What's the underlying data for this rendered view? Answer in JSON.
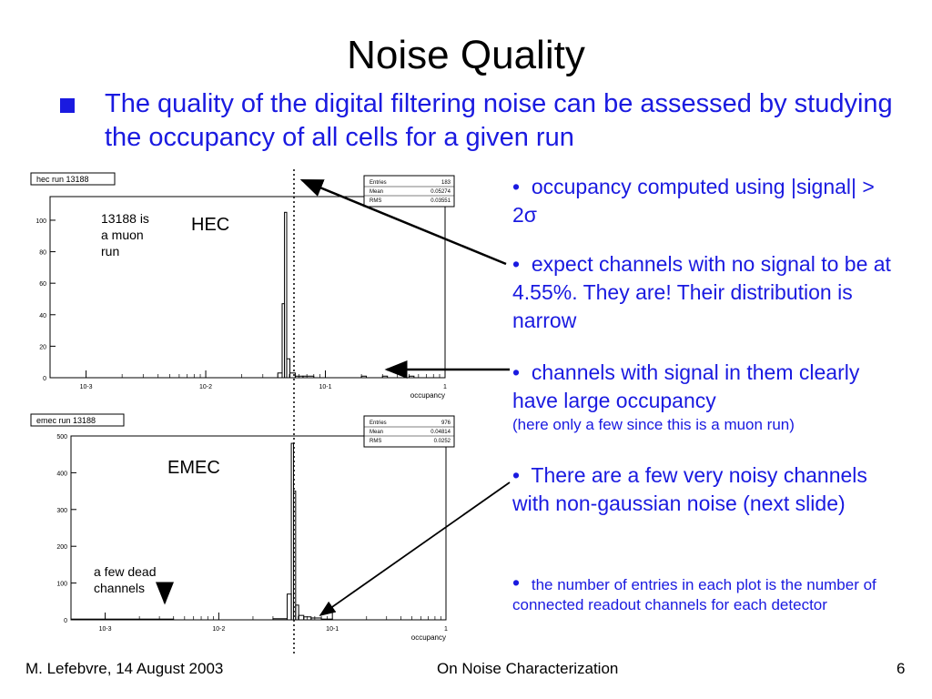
{
  "slide": {
    "title": "Noise Quality",
    "main_bullet": "The quality of the digital filtering noise can be assessed by studying the occupancy of all cells for a given run",
    "accent_color": "#1a1ae0",
    "bullet_icon": "square-bullet-icon"
  },
  "right_bullets": [
    {
      "text": "occupancy computed using |signal| > 2σ"
    },
    {
      "text": "expect channels with no signal to be at 4.55%.  They are!  Their distribution is narrow"
    },
    {
      "text": "channels with signal in them clearly have large occupancy",
      "note": "(here only a few since this is a muon run)"
    },
    {
      "text": "There are a few very noisy channels with non-gaussian noise (next slide)"
    },
    {
      "text": "the number of entries in each plot is the number of connected readout channels for each detector"
    }
  ],
  "footer": {
    "left": "M. Lefebvre, 14 August 2003",
    "center": "On Noise Characterization",
    "right": "6"
  },
  "annotations": {
    "hec_label": "HEC",
    "hec_note": [
      "13188 is",
      "a muon",
      "run"
    ],
    "emec_label": "EMEC",
    "emec_note": [
      "a few dead",
      "channels"
    ]
  },
  "chart_data": [
    {
      "type": "bar",
      "histogram_title": "hec run 13188",
      "xlabel": "occupancy",
      "x_scale": "log",
      "xlim": [
        0.0005,
        1
      ],
      "x_ticks": [
        0.001,
        0.01,
        0.1,
        1
      ],
      "x_tick_labels": [
        "10-3",
        "10-2",
        "10-1",
        "1"
      ],
      "ylim": [
        0,
        115
      ],
      "y_ticks": [
        0,
        20,
        40,
        60,
        80,
        100
      ],
      "stats": [
        {
          "label": "Entries",
          "value": "183"
        },
        {
          "label": "Mean",
          "value": "0.05274"
        },
        {
          "label": "RMS",
          "value": "0.03551"
        }
      ],
      "bins": [
        {
          "x0": 0.04,
          "x1": 0.0435,
          "y": 3
        },
        {
          "x0": 0.0435,
          "x1": 0.0455,
          "y": 47
        },
        {
          "x0": 0.0455,
          "x1": 0.0475,
          "y": 105
        },
        {
          "x0": 0.0475,
          "x1": 0.0505,
          "y": 12
        },
        {
          "x0": 0.0505,
          "x1": 0.056,
          "y": 3
        },
        {
          "x0": 0.056,
          "x1": 0.065,
          "y": 1
        },
        {
          "x0": 0.065,
          "x1": 0.08,
          "y": 1
        },
        {
          "x0": 0.2,
          "x1": 0.22,
          "y": 1
        },
        {
          "x0": 0.3,
          "x1": 0.33,
          "y": 1
        },
        {
          "x0": 0.5,
          "x1": 0.55,
          "y": 1
        }
      ],
      "grid": false
    },
    {
      "type": "bar",
      "histogram_title": "emec run 13188",
      "xlabel": "occupancy",
      "x_scale": "log",
      "xlim": [
        0.0005,
        1
      ],
      "x_ticks": [
        0.001,
        0.01,
        0.1,
        1
      ],
      "x_tick_labels": [
        "10-3",
        "10-2",
        "10-1",
        "1"
      ],
      "ylim": [
        0,
        500
      ],
      "y_ticks": [
        0,
        100,
        200,
        300,
        400,
        500
      ],
      "stats": [
        {
          "label": "Entries",
          "value": "976"
        },
        {
          "label": "Mean",
          "value": "0.04814"
        },
        {
          "label": "RMS",
          "value": "0.0252"
        }
      ],
      "bins": [
        {
          "x0": 0.0005,
          "x1": 0.004,
          "y": 2
        },
        {
          "x0": 0.03,
          "x1": 0.04,
          "y": 3
        },
        {
          "x0": 0.04,
          "x1": 0.0435,
          "y": 70
        },
        {
          "x0": 0.0435,
          "x1": 0.0455,
          "y": 480
        },
        {
          "x0": 0.0455,
          "x1": 0.0475,
          "y": 350
        },
        {
          "x0": 0.0475,
          "x1": 0.0505,
          "y": 40
        },
        {
          "x0": 0.0505,
          "x1": 0.056,
          "y": 12
        },
        {
          "x0": 0.056,
          "x1": 0.065,
          "y": 8
        },
        {
          "x0": 0.065,
          "x1": 0.08,
          "y": 5
        },
        {
          "x0": 0.08,
          "x1": 0.1,
          "y": 2
        }
      ],
      "grid": false
    }
  ]
}
